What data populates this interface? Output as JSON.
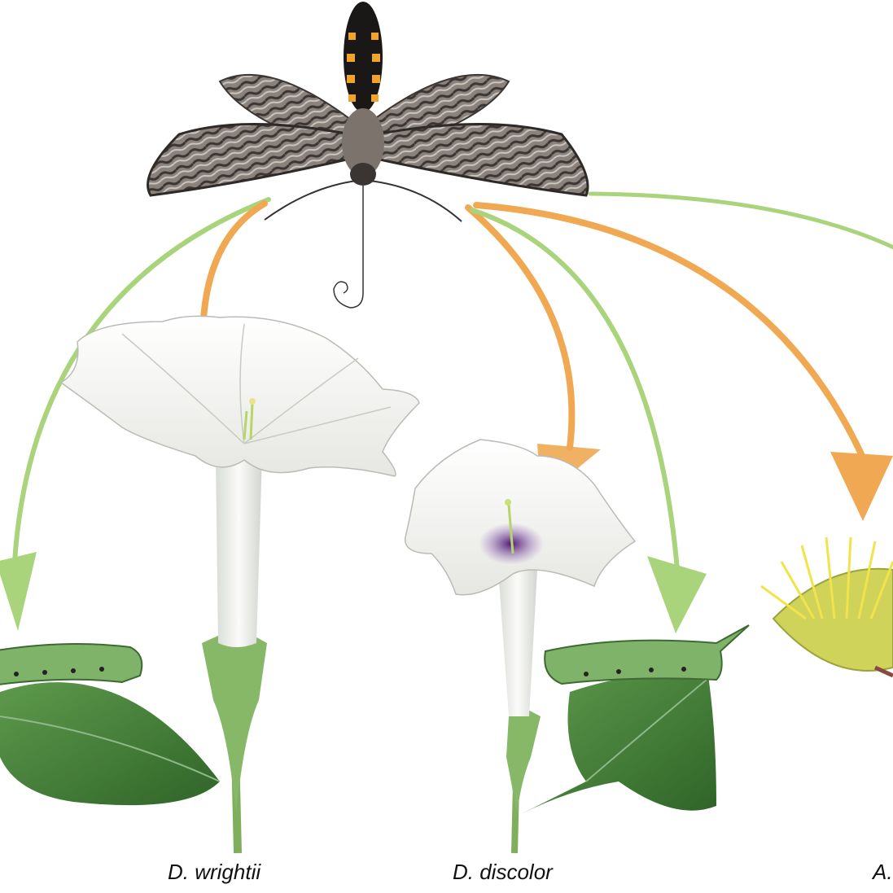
{
  "labels": {
    "wrightii": "D. wrightii",
    "discolor": "D. discolor",
    "third": "A."
  },
  "colors": {
    "nectar_arrow": "#f0a852",
    "larval_arrow": "#a9d47b",
    "petal": "#f7f7f4",
    "leaf": "#3f7a35",
    "moth": "#6f6862"
  }
}
